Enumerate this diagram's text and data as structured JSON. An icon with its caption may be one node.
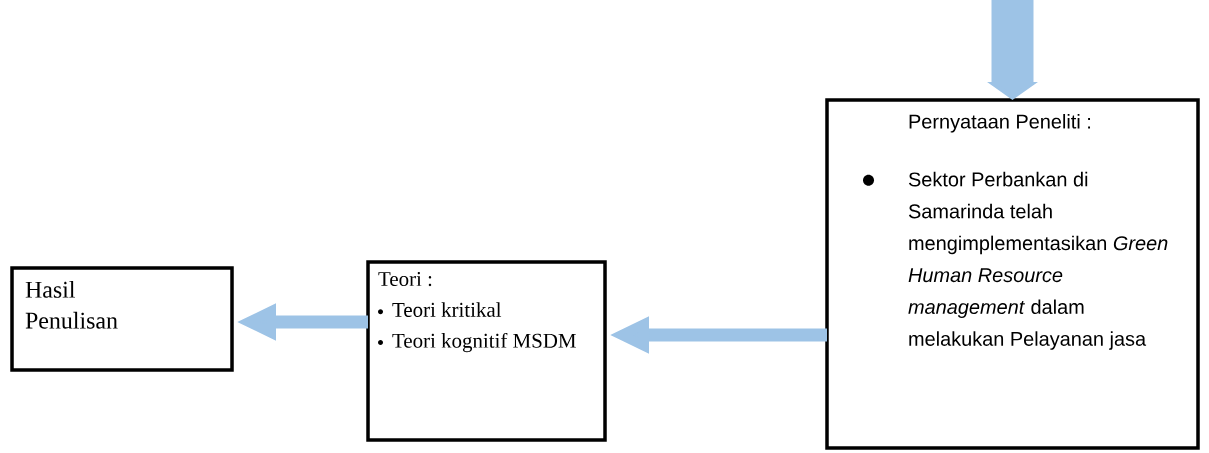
{
  "diagram": {
    "nodes": [
      {
        "text": [
          "Hasil Penulisan"
        ]
      },
      {
        "text": [
          "Teori :",
          "Teori kritikal",
          "Teori kognitif MSDM"
        ]
      },
      {
        "text": [
          "Pernyataan Peneliti :",
          "Sektor Perbankan di Samarinda telah mengimplementasikan *Green Human Resource management* dalam melakukan Pelayanan jasa"
        ]
      }
    ],
    "edges": [
      {
        "from": null,
        "to": 2,
        "arrow": "to",
        "style": "thick"
      },
      {
        "from": 2,
        "to": 1,
        "arrow": "to"
      },
      {
        "from": 1,
        "to": 0,
        "arrow": "to"
      }
    ]
  }
}
